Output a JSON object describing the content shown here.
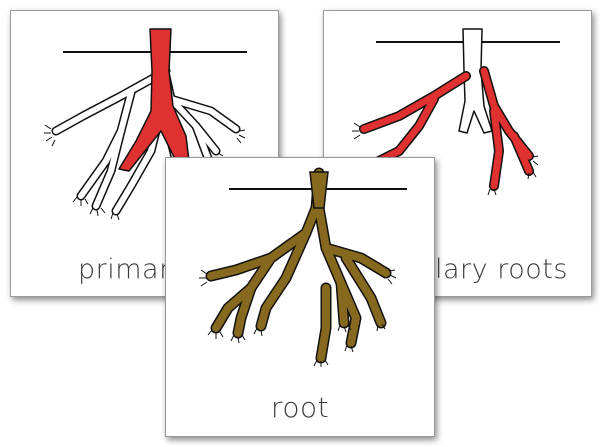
{
  "cards": {
    "left": {
      "caption": "primar"
    },
    "right": {
      "caption": "lary roots"
    },
    "center": {
      "caption": "root"
    }
  },
  "colors": {
    "highlight_red": "#e03131",
    "root_brown": "#86691e",
    "outline": "#111111",
    "card_background": "#ffffff"
  }
}
